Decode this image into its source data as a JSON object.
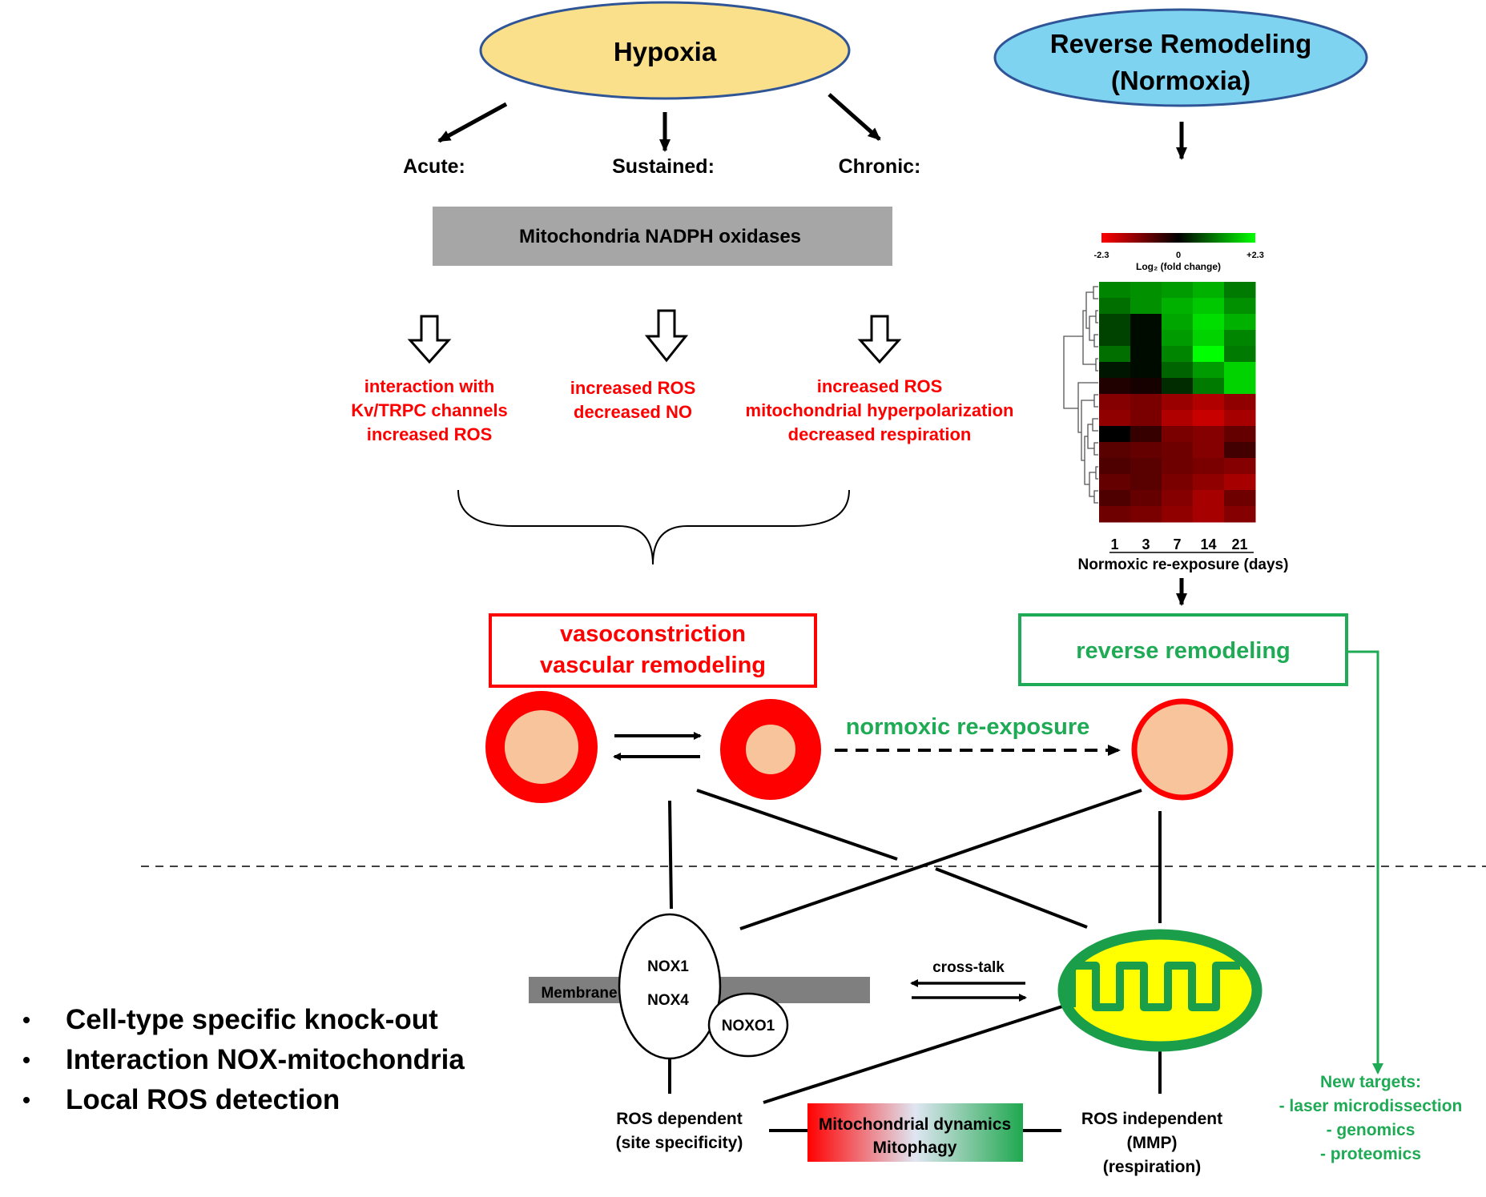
{
  "hypoxia": {
    "title": "Hypoxia",
    "phases": [
      "Acute:",
      "Sustained:",
      "Chronic:"
    ],
    "source_box": "Mitochondria NADPH oxidases",
    "acute_effects": [
      "interaction with",
      "Kv/TRPC channels",
      "increased ROS"
    ],
    "sustained_effects": [
      "increased ROS",
      "decreased NO"
    ],
    "chronic_effects": [
      "increased ROS",
      "mitochondrial  hyperpolarization",
      "decreased respiration"
    ],
    "outcome": [
      "vasoconstriction",
      "vascular remodeling"
    ]
  },
  "reverse": {
    "title_line1": "Reverse Remodeling",
    "title_line2": "(Normoxia)",
    "outcome": "reverse remodeling",
    "transition_label": "normoxic re-exposure"
  },
  "heatmap": {
    "scale_min": "-2.3",
    "scale_mid": "0",
    "scale_max": "+2.3",
    "scale_label": "Log₂ (fold change)",
    "days": [
      "1",
      "3",
      "7",
      "14",
      "21"
    ],
    "xlabel": "Normoxic re-exposure (days)",
    "values": [
      [
        1.2,
        1.3,
        1.4,
        1.6,
        1.1
      ],
      [
        1.0,
        1.3,
        1.6,
        1.8,
        1.3
      ],
      [
        0.6,
        0.1,
        1.5,
        2.0,
        1.6
      ],
      [
        0.6,
        0.1,
        1.4,
        1.9,
        1.2
      ],
      [
        1.0,
        0.1,
        1.2,
        2.3,
        1.1
      ],
      [
        0.2,
        0.1,
        0.9,
        1.4,
        1.9
      ],
      [
        -0.3,
        -0.2,
        0.4,
        1.1,
        1.9
      ],
      [
        -1.2,
        -1.1,
        -1.4,
        -1.6,
        -1.3
      ],
      [
        -1.3,
        -1.1,
        -1.6,
        -1.8,
        -1.5
      ],
      [
        0.0,
        -0.5,
        -1.1,
        -1.2,
        -0.9
      ],
      [
        -0.8,
        -0.9,
        -1.0,
        -1.2,
        -0.6
      ],
      [
        -0.7,
        -0.8,
        -1.0,
        -1.1,
        -1.2
      ],
      [
        -0.9,
        -0.8,
        -1.1,
        -1.3,
        -1.5
      ],
      [
        -0.7,
        -0.9,
        -1.2,
        -1.5,
        -1.0
      ],
      [
        -1.0,
        -1.1,
        -1.3,
        -1.5,
        -1.2
      ]
    ]
  },
  "nox": {
    "membrane": "Membrane",
    "nox1": "NOX1",
    "nox4": "NOX4",
    "noxo1": "NOXO1",
    "crosstalk": "cross-talk",
    "ros_dependent": [
      "ROS dependent",
      "(site specificity)"
    ],
    "ros_independent": [
      "ROS independent",
      "(MMP)",
      "(respiration)"
    ],
    "dynamics": [
      "Mitochondrial  dynamics",
      "Mitophagy"
    ]
  },
  "targets": {
    "title": "New targets:",
    "items": [
      "- laser microdissection",
      "- genomics",
      "- proteomics"
    ]
  },
  "bullets": [
    "Cell-type specific knock-out",
    "Interaction NOX-mitochondria",
    "Local ROS detection"
  ],
  "colors": {
    "hypoxia_fill": "#fbe08b",
    "normoxia_fill": "#7dd3f0",
    "effect_red": "#ff0000",
    "reverse_green": "#1faa55",
    "vessel_lumen": "#f8c49b",
    "mito_fill": "#ffff00",
    "mito_stroke": "#1a9e4a",
    "source_box": "#a6a6a6",
    "membrane": "#7f7f7f"
  }
}
